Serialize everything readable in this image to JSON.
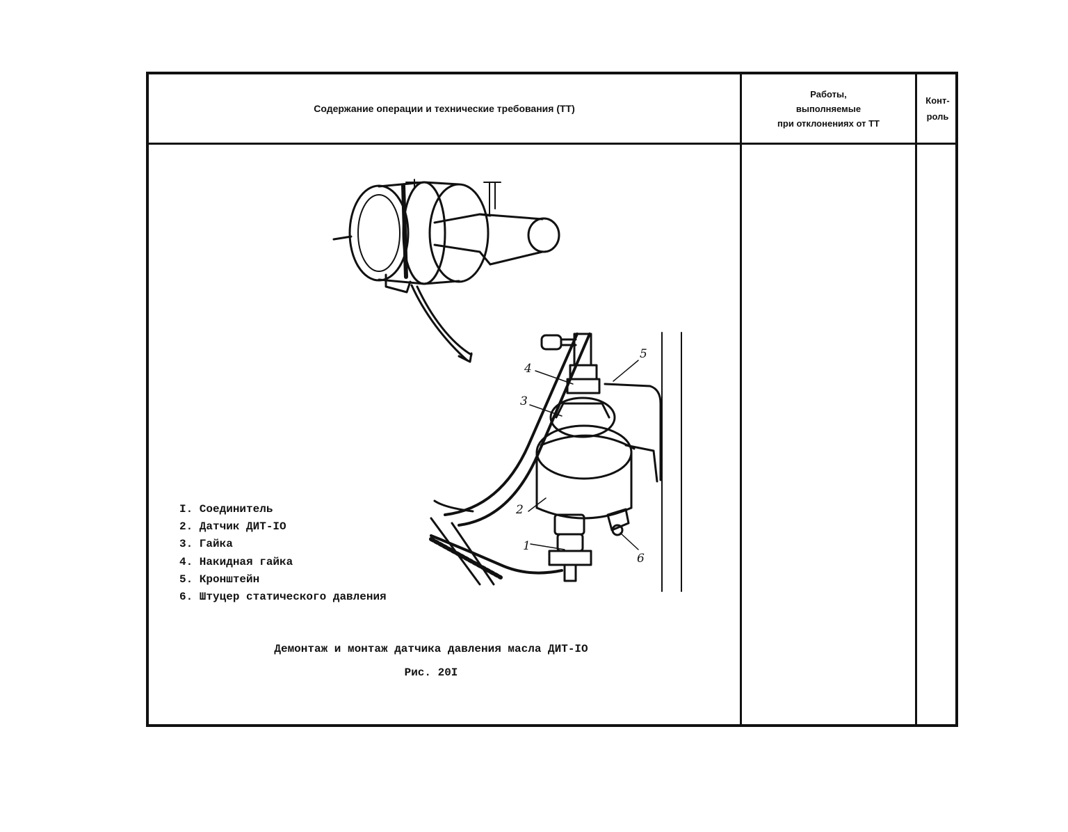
{
  "table_header": {
    "content_col": "Содержание операции и технические требования (ТТ)",
    "works_col": [
      "Работы,",
      "выполняемые",
      "при отклонениях от ТТ"
    ],
    "control_col": [
      "Конт-",
      "роль"
    ]
  },
  "figure": {
    "callouts": [
      "1",
      "2",
      "3",
      "4",
      "5",
      "6"
    ],
    "legend": [
      "I. Соединитель",
      "2. Датчик ДИТ-IO",
      "3. Гайка",
      "4. Накидная гайка",
      "5. Кронштейн",
      "6. Штуцер статического давления"
    ],
    "caption": "Демонтаж и монтаж датчика давления масла ДИТ-IO",
    "figure_number": "Рис. 20I"
  }
}
